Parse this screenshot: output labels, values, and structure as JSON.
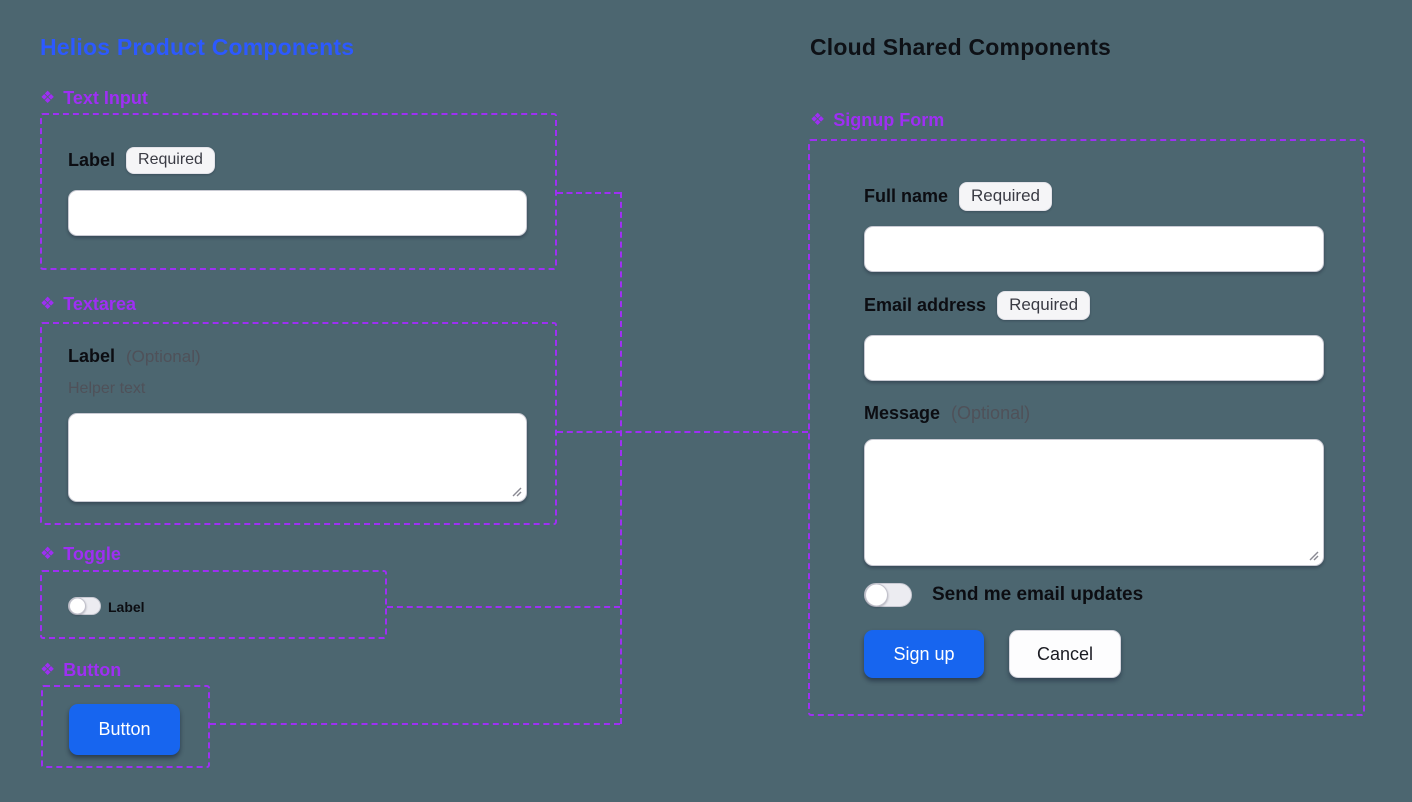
{
  "colors": {
    "background": "#4C6670",
    "annotation_purple": "#9E2FF3",
    "helios_title_blue": "#2C59FF",
    "cloud_title_black": "#0E1116",
    "primary_button_blue": "#1765EF"
  },
  "icons": {
    "component_icon": "❖"
  },
  "helios": {
    "title": "Helios Product Components",
    "text_input": {
      "annotation": "Text Input",
      "label": "Label",
      "required_badge": "Required"
    },
    "textarea": {
      "annotation": "Textarea",
      "label": "Label",
      "optional_suffix": "(Optional)",
      "helper_text": "Helper text"
    },
    "toggle": {
      "annotation": "Toggle",
      "label": "Label"
    },
    "button": {
      "annotation": "Button",
      "button_label": "Button"
    }
  },
  "cloud": {
    "title": "Cloud Shared Components",
    "signup_form": {
      "annotation": "Signup Form",
      "full_name_label": "Full name",
      "full_name_badge": "Required",
      "email_label": "Email address",
      "email_badge": "Required",
      "message_label": "Message",
      "message_optional": "(Optional)",
      "updates_toggle_label": "Send me email updates",
      "signup_button": "Sign up",
      "cancel_button": "Cancel"
    }
  }
}
